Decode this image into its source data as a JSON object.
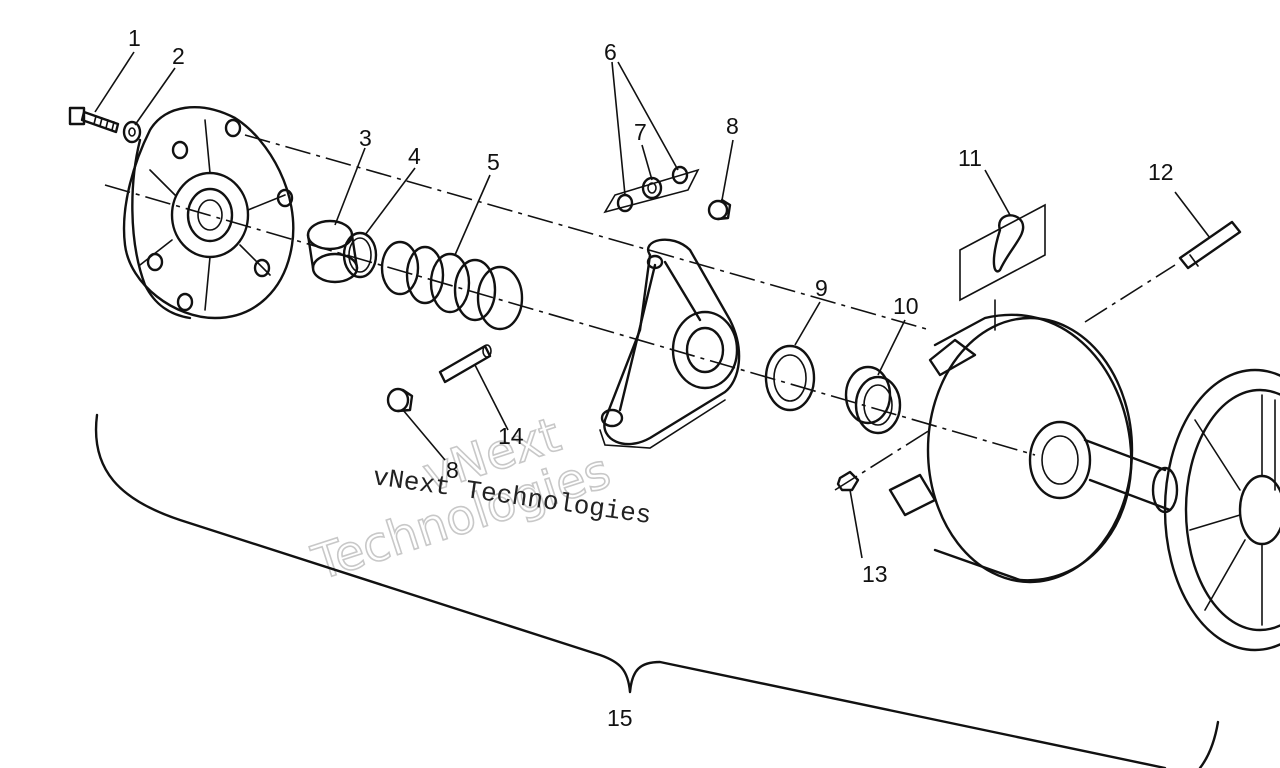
{
  "callouts": [
    "1",
    "2",
    "3",
    "4",
    "5",
    "6",
    "7",
    "8",
    "9",
    "10",
    "11",
    "12",
    "13",
    "14",
    "8",
    "15"
  ],
  "watermark": {
    "line1": "vNext",
    "line2": "Technologies",
    "text": "vNext Technologies"
  }
}
